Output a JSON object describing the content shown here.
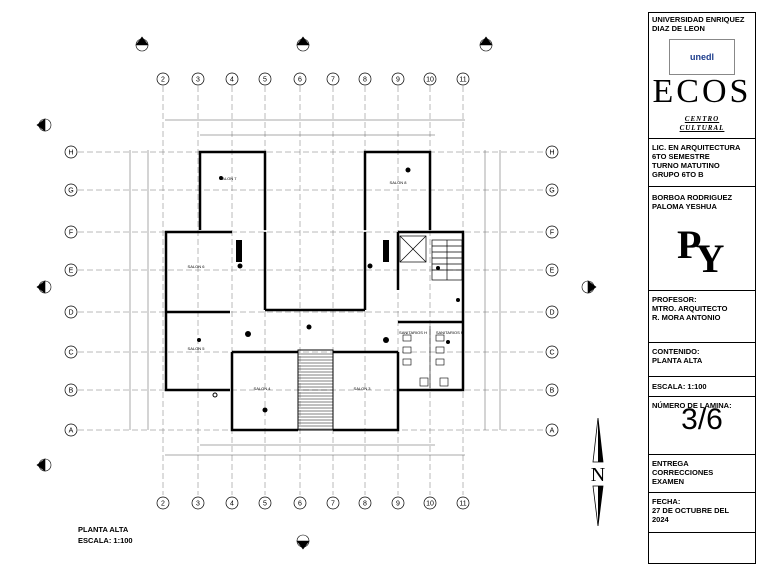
{
  "drawing": {
    "title": "PLANTA ALTA",
    "scale": "ESCALA: 1:100",
    "grid_columns": [
      "2",
      "3",
      "4",
      "5",
      "6",
      "7",
      "8",
      "9",
      "10",
      "11"
    ],
    "grid_rows": [
      "A",
      "B",
      "C",
      "D",
      "E",
      "F",
      "G",
      "H"
    ],
    "rooms": {
      "salon7": "SALON 7",
      "salon8": "SALON 8",
      "salon6": "SALON 6",
      "salon5": "SALON 5",
      "salon4": "SALON 4",
      "salon3": "SALON 3",
      "sanitarios": "SANITARIOS H",
      "sanitarios_m": "SANITARIOS M"
    },
    "north": "N"
  },
  "titleblock": {
    "university_line1": "UNIVERSIDAD ENRIQUEZ",
    "university_line2": "DIAZ DE LEON",
    "logo_text": "unedl",
    "brand": "ECOS",
    "brand_sub1": "CENTRO",
    "brand_sub2": "CULTURAL",
    "program_line1": "LIC. EN ARQUITECTURA",
    "program_line2": "6TO SEMESTRE",
    "program_line3": "TURNO MATUTINO",
    "program_line4": "GRUPO 6TO B",
    "student_line1": "BORBOA RODRIGUEZ",
    "student_line2": "PALOMA YESHUA",
    "monogram_p": "P",
    "monogram_y": "Y",
    "professor_label": "PROFESOR:",
    "professor_line1": "MTRO. ARQUITECTO",
    "professor_line2": "R. MORA ANTONIO",
    "content_label": "CONTENIDO:",
    "content_value": "PLANTA  ALTA",
    "scale": "ESCALA: 1:100",
    "sheet_label": "NÚMERO DE LAMINA:",
    "sheet_value": "3/6",
    "delivery_line1": "ENTREGA",
    "delivery_line2": "CORRECCIONES",
    "delivery_line3": "EXAMEN",
    "date_label": "FECHA:",
    "date_line1": "27 DE OCTUBRE DEL",
    "date_line2": "2024"
  }
}
